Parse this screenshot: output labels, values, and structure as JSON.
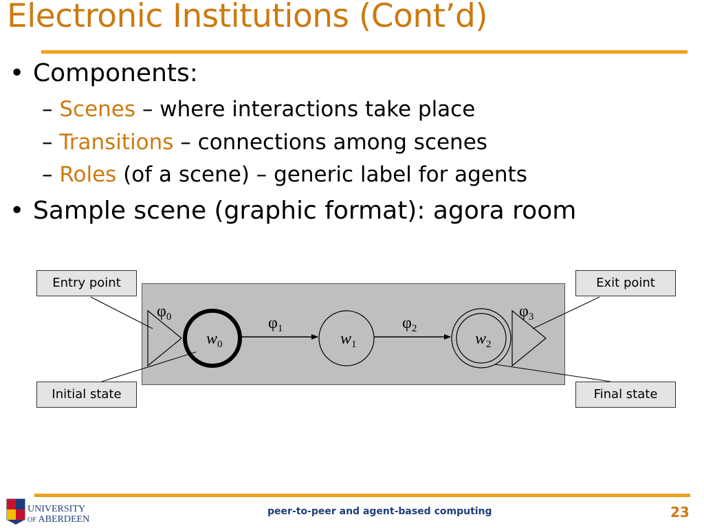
{
  "slide": {
    "title": "Electronic Institutions (Cont’d)",
    "bullets": [
      {
        "text": "Components:"
      },
      {
        "text": "Sample scene (graphic format): agora room"
      }
    ],
    "subbullets": [
      {
        "dash": "–",
        "term": "Scenes",
        "rest": " – where interactions take place"
      },
      {
        "dash": "–",
        "term": "Transitions",
        "rest": " – connections among scenes"
      },
      {
        "dash": "–",
        "term": "Roles",
        "rest": " (of a scene) – generic label for agents"
      }
    ]
  },
  "diagram": {
    "callouts": {
      "entry": "Entry point",
      "exit": "Exit point",
      "initial": "Initial state",
      "final": "Final state"
    },
    "states": [
      {
        "var": "w",
        "sub": "0"
      },
      {
        "var": "w",
        "sub": "1"
      },
      {
        "var": "w",
        "sub": "2"
      }
    ],
    "labels": [
      {
        "sym": "φ",
        "sub": "0"
      },
      {
        "sym": "φ",
        "sub": "1"
      },
      {
        "sym": "φ",
        "sub": "2"
      },
      {
        "sym": "φ",
        "sub": "3"
      }
    ]
  },
  "footer": {
    "text": "peer-to-peer and agent-based computing",
    "page": "23",
    "logo_line1": "UNIVERSITY",
    "logo_line2_prefix": "OF",
    "logo_line2": "ABERDEEN"
  },
  "colors": {
    "accent": "#cc7a10",
    "rule": "#f0a020",
    "footer_blue": "#1f3c7a"
  }
}
